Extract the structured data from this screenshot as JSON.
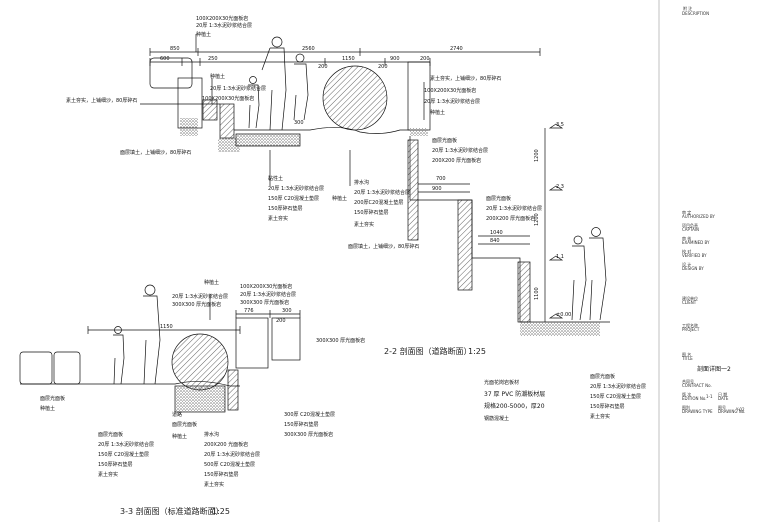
{
  "title_block": {
    "remark_cn": "附 注",
    "remark_en": "DESCRIPTION",
    "roles": [
      {
        "cn": "审 定",
        "en": "AUTHORIZED BY"
      },
      {
        "cn": "项目负责",
        "en": "CAPTAIN"
      },
      {
        "cn": "审 核",
        "en": "EXAMINED BY"
      },
      {
        "cn": "校 对",
        "en": "VERIFIED BY"
      },
      {
        "cn": "设 计",
        "en": "DESIGN BY"
      },
      {
        "cn": "建设单位",
        "en": "CLIENT"
      }
    ],
    "project_cn": "工程名称",
    "project_en": "PROJECT",
    "drawing_title_cn": "图 名",
    "drawing_title_en": "TITLE",
    "drawing_name": "剖面详图一2",
    "contract_no_cn": "合同号",
    "contract_no_en": "CONTRACT No.",
    "edition_cn": "版 次",
    "edition_en": "EDITION No.",
    "edition_val": "1-1",
    "date_cn": "日 期",
    "date_en": "DATE",
    "type_cn": "图别",
    "type_en": "DRAWING TYPE",
    "no_cn": "图号",
    "no_en": "DRAWING No.",
    "no_val": "Y-02"
  },
  "section_22": {
    "caption": "2-2 剖面图（道路断面）",
    "scale": "1:25",
    "dims_top": [
      "850",
      "2560",
      "2740"
    ],
    "dims_mid": [
      "600",
      "250",
      "1150",
      "900",
      "200"
    ],
    "dims_side": [
      "200",
      "200",
      "300"
    ],
    "dims_steps": [
      "700",
      "900",
      "840",
      "1040"
    ],
    "elev": [
      "3.5",
      "2.3",
      "1.1",
      "±0.00"
    ],
    "vdims": [
      "1200",
      "1200",
      "1100"
    ],
    "notes_top": [
      "100X200X30光面板岩",
      "20厚 1:3水泥砂浆结合层",
      "种植土"
    ],
    "note_left": [
      "素土夯实，上铺细沙，80厚碎石",
      "面层填土，上铺细沙，80厚碎石"
    ],
    "notes_step_a": [
      "种植土",
      "20厚 1:3水泥砂浆结合层",
      "100X200X30光面板岩"
    ],
    "notes_right_a": [
      "素土夯实，上铺细沙，80厚碎石",
      "100X200X30光面板岩",
      "20厚 1:3水泥砂浆结合层",
      "种植土"
    ],
    "notes_wall": [
      "面层光面板",
      "20厚 1:3水泥砂浆结合层",
      "200X200 厚光面板岩"
    ],
    "notes_mid_b": [
      "黏性土",
      "20厚 1:3水泥砂浆结合层",
      "150厚 C20混凝土垫层",
      "150厚碎石垫层",
      "素土夯实"
    ],
    "notes_mid_c": [
      "排水沟",
      "种植土",
      "20厚 1:3水泥砂浆结合层",
      "200厚C20混凝土垫层",
      "150厚碎石垫层",
      "素土夯实"
    ],
    "notes_stair": [
      "面层光面板",
      "20厚 1:3水泥砂浆结合层",
      "200X200 厚光面板岩"
    ],
    "notes_bottom": [
      "光面花岗岩板材",
      "37 厚 PVC 防潮板材层",
      "规格200-5000，厚20",
      "钢筋混凝土"
    ],
    "notes_bottom_r": [
      "面层光面板",
      "20厚 1:3水泥砂浆结合层",
      "150厚 C20混凝土垫层",
      "150厚碎石垫层",
      "素土夯实"
    ]
  },
  "section_33": {
    "caption": "3-3 剖面图（标准道路断面）",
    "scale": "1:25",
    "dims": [
      "1150",
      "776",
      "300",
      "200"
    ],
    "notes_top": [
      "种植土",
      "20厚 1:3水泥砂浆结合层",
      "300X300 厚光面板岩"
    ],
    "notes_top2": [
      "100X200X30光面板岩",
      "20厚 1:3水泥砂浆结合层",
      "300X300 厚光面板岩"
    ],
    "note_side": "300X300 厚光面板岩",
    "notes_left": [
      "面层光面板",
      "种植土"
    ],
    "notes_a": [
      "面层光面板",
      "20厚 1:3水泥砂浆结合层",
      "150厚 C20混凝土垫层",
      "150厚碎石垫层",
      "素土夯实"
    ],
    "notes_b": [
      "道路",
      "面层光面板",
      "种植土"
    ],
    "notes_c": [
      "排水沟",
      "200X200 光面板岩",
      "20厚 1:3水泥砂浆结合层",
      "500厚 C20混凝土垫层",
      "150厚碎石垫层",
      "素土夯实"
    ],
    "notes_d": [
      "300厚 C20混凝土垫层",
      "150厚碎石垫层",
      "300X300 厚光面板岩"
    ]
  }
}
